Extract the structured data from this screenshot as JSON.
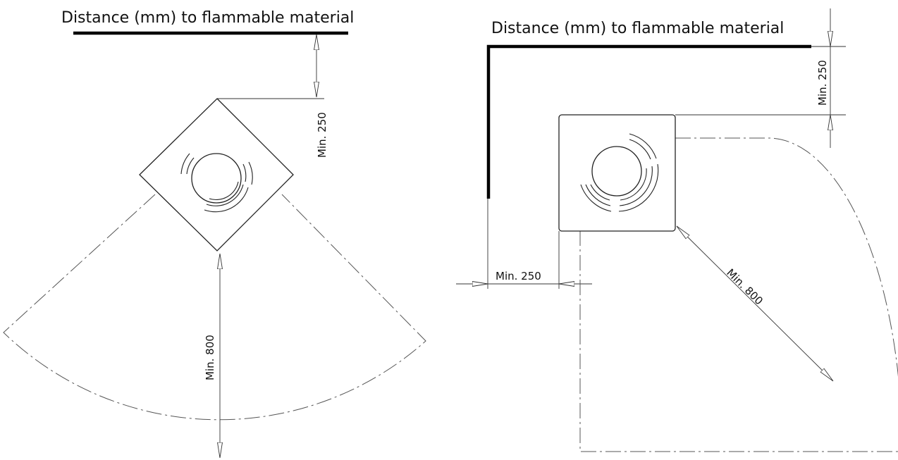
{
  "diagrams": [
    {
      "title": "Distance (mm) to flammable material",
      "dim_top": "Min. 250",
      "dim_front": "Min. 800"
    },
    {
      "title": "Distance (mm) to flammable material",
      "dim_top": "Min. 250",
      "dim_side": "Min. 250",
      "dim_front": "Min. 800"
    }
  ]
}
